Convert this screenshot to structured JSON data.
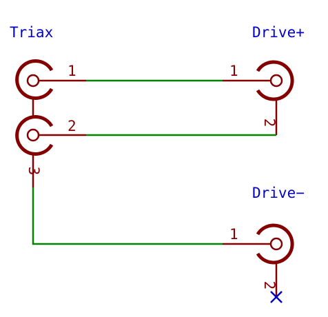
{
  "labels": {
    "triax": "Triax",
    "drive_plus": "Drive+",
    "drive_minus": "Drive−"
  },
  "pins": {
    "triax_pin1": "1",
    "triax_pin2": "2",
    "triax_pin3": "3",
    "drive_plus_pin1": "1",
    "drive_plus_pin2": "2",
    "drive_minus_pin1": "1",
    "drive_minus_pin2": "2"
  },
  "colors": {
    "net_label": "#0000c8",
    "component": "#840000",
    "wire": "#008400",
    "background": "#ffffff"
  }
}
